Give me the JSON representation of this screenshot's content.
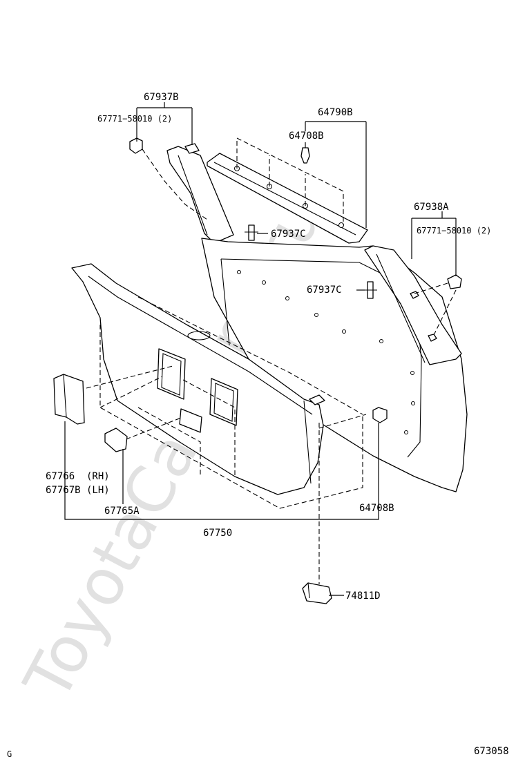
{
  "watermark": "ToyotaCarMine.ru",
  "footer": {
    "left_code": "G",
    "figure_number": "673058"
  },
  "callouts": {
    "c67937B": "67937B",
    "c67771_left": "67771−58010 (2)",
    "c64790B": "64790B",
    "c64708B_top": "64708B",
    "c67937C_upper": "67937C",
    "c67938A": "67938A",
    "c67771_right": "67771−58010 (2)",
    "c67937C_lower": "67937C",
    "c67766": "67766  (RH)",
    "c67767B": "67767B (LH)",
    "c67765A": "67765A",
    "c64708B_bottom": "64708B",
    "c67750": "67750",
    "c74811D": "74811D"
  }
}
